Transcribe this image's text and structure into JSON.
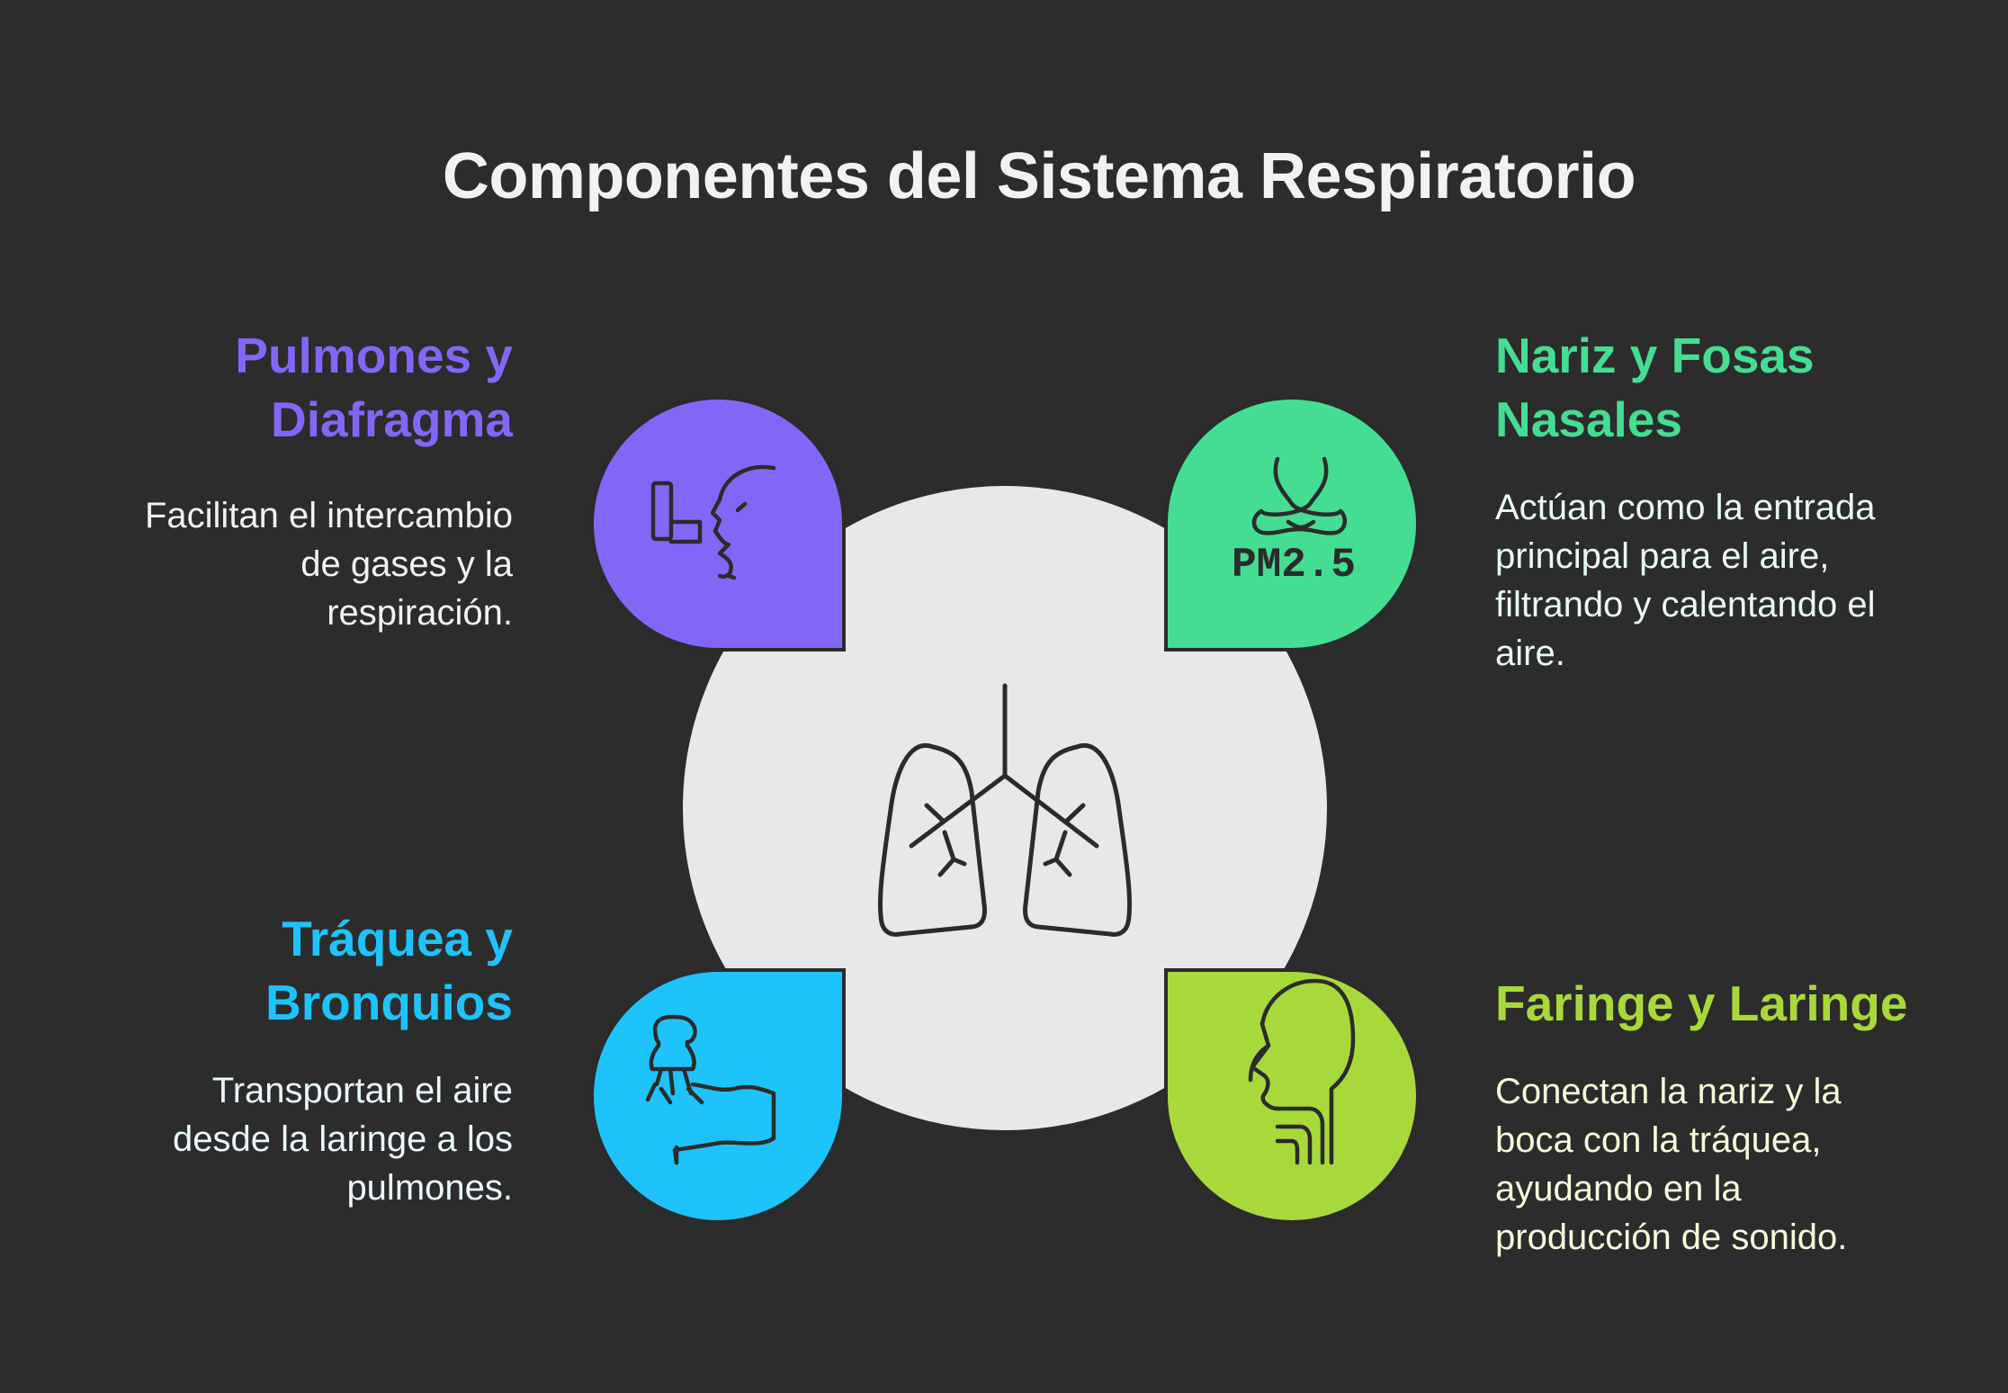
{
  "title": "Componentes del Sistema Respiratorio",
  "colors": {
    "background": "#2c2c2c",
    "center": "#e8e8e8",
    "outline": "#2b2b2b",
    "purple": "#8466f7",
    "green": "#45dd91",
    "blue": "#1ec3fb",
    "lime": "#a8d93a"
  },
  "center": {
    "icon": "lungs-icon"
  },
  "items": {
    "top_left": {
      "heading_line1": "Pulmones y",
      "heading_line2": "Diafragma",
      "desc_line1": "Facilitan el intercambio",
      "desc_line2": "de gases y la",
      "desc_line3": "respiración.",
      "icon": "inhaler-face-icon"
    },
    "top_right": {
      "heading_line1": "Nariz y Fosas",
      "heading_line2": "Nasales",
      "desc_line1": "Actúan como la entrada",
      "desc_line2": "principal para el aire,",
      "desc_line3": "filtrando y calentando el",
      "desc_line4": "aire.",
      "icon": "nose-pm25-icon",
      "icon_text": "PM2.5"
    },
    "bottom_left": {
      "heading_line1": "Tráquea y",
      "heading_line2": "Bronquios",
      "desc_line1": "Transportan el aire",
      "desc_line2": "desde la laringe a los",
      "desc_line3": "pulmones.",
      "icon": "trachea-bronchi-icon"
    },
    "bottom_right": {
      "heading_line1": "Faringe y Laringe",
      "desc_line1": "Conectan la nariz y la",
      "desc_line2": "boca con la tráquea,",
      "desc_line3": "ayudando en la",
      "desc_line4": "producción de sonido.",
      "icon": "head-throat-icon"
    }
  }
}
